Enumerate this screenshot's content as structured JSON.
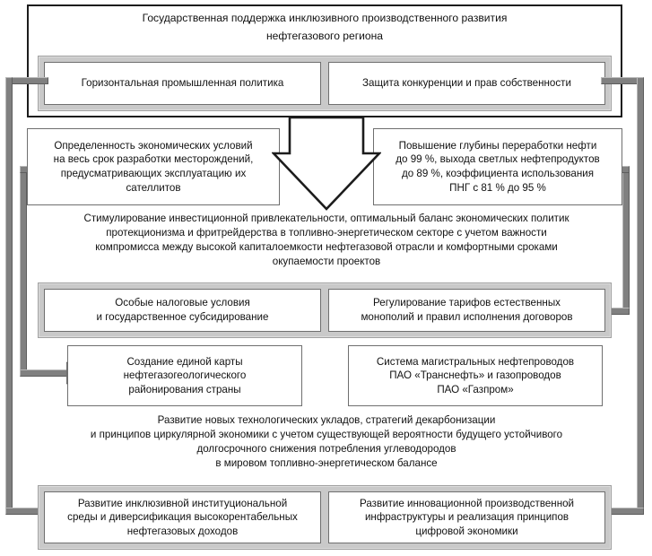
{
  "diagram": {
    "title": "Государственная поддержка инклюзивного производственного развития нефтегазового региона",
    "title_line1": "Государственная поддержка инклюзивного производственного развития",
    "title_line2": "нефтегазового региона",
    "colors": {
      "outline": "#1c1c1c",
      "connector": "#808080",
      "panel": "#c9c9c9",
      "box_fill": "#ffffff",
      "text": "#111111"
    },
    "level1": {
      "left_box": "Горизонтальная промышленная политика",
      "right_box": "Защита конкуренции и прав собственности"
    },
    "level2": {
      "left_box": "Определенность экономических условий на весь срок разработки месторождений, предусматривающих эксплуатацию их сателлитов",
      "right_box": "Повышение глубины переработки нефти до 99 %, выхода светлых нефтепродуктов до 89 %, коэффициента использования ПНГ с 81 % до 95 %",
      "left_lines": [
        "Определенность экономических условий",
        "на весь срок разработки месторождений,",
        "предусматривающих эксплуатацию их",
        "сателлитов"
      ],
      "right_lines": [
        "Повышение глубины переработки нефти",
        "до 99 %, выхода светлых нефтепродуктов",
        "до 89 %, коэффициента использования",
        "ПНГ с 81 % до 95 %"
      ],
      "center_arrow": "down-arrow"
    },
    "paragraph1": {
      "text": "Стимулирование инвестиционной привлекательности, оптимальный баланс экономических политик протекционизма и фритрейдерства в топливно-энергетическом секторе с учетом важности компромисса между высокой капиталоемкости нефтегазовой отрасли и комфортными сроками окупаемости проектов",
      "lines": [
        "Стимулирование инвестиционной привлекательности, оптимальный баланс экономических политик",
        "протекционизма и фритрейдерства в топливно-энергетическом секторе с учетом важности",
        "компромисса между высокой капиталоемкости нефтегазовой отрасли и комфортными сроками",
        "окупаемости проектов"
      ]
    },
    "level3": {
      "left_box": "Особые налоговые условия и государственное субсидирование",
      "right_box": "Регулирование тарифов естественных монополий и правил исполнения договоров",
      "left_lines": [
        "Особые налоговые условия",
        "и государственное субсидирование"
      ],
      "right_lines": [
        "Регулирование тарифов естественных",
        "монополий и правил исполнения договоров"
      ]
    },
    "level4": {
      "left_box": "Создание единой карты нефтегазогеологического районирования страны",
      "right_box": "Система магистральных нефтепроводов ПАО «Транснефть» и газопроводов ПАО «Газпром»",
      "left_lines": [
        "Создание единой карты",
        "нефтегазогеологического",
        "районирования страны"
      ],
      "right_lines": [
        "Система магистральных нефтепроводов",
        "ПАО «Транснефть» и газопроводов",
        "ПАО «Газпром»"
      ]
    },
    "paragraph2": {
      "text": "Развитие новых технологических укладов, стратегий декарбонизации и принципов циркулярной экономики с учетом существующей вероятности будущего устойчивого долгосрочного снижения потребления углеводородов в мировом топливно-энергетическом балансе",
      "lines": [
        "Развитие новых технологических укладов, стратегий декарбонизации",
        "и принципов циркулярной экономики с учетом существующей вероятности будущего устойчивого",
        "долгосрочного снижения потребления углеводородов",
        "в мировом топливно-энергетическом балансе"
      ]
    },
    "level5": {
      "left_box": "Развитие инклюзивной институциональной среды и диверсификация высокорентабельных нефтегазовых доходов",
      "right_box": "Развитие инновационной производственной инфраструктуры и реализация принципов цифровой экономики",
      "left_lines": [
        "Развитие инклюзивной институциональной",
        "среды и диверсификация высокорентабельных",
        "нефтегазовых доходов"
      ],
      "right_lines": [
        "Развитие инновационной производственной",
        "инфраструктуры и реализация принципов",
        "цифровой экономики"
      ]
    }
  }
}
